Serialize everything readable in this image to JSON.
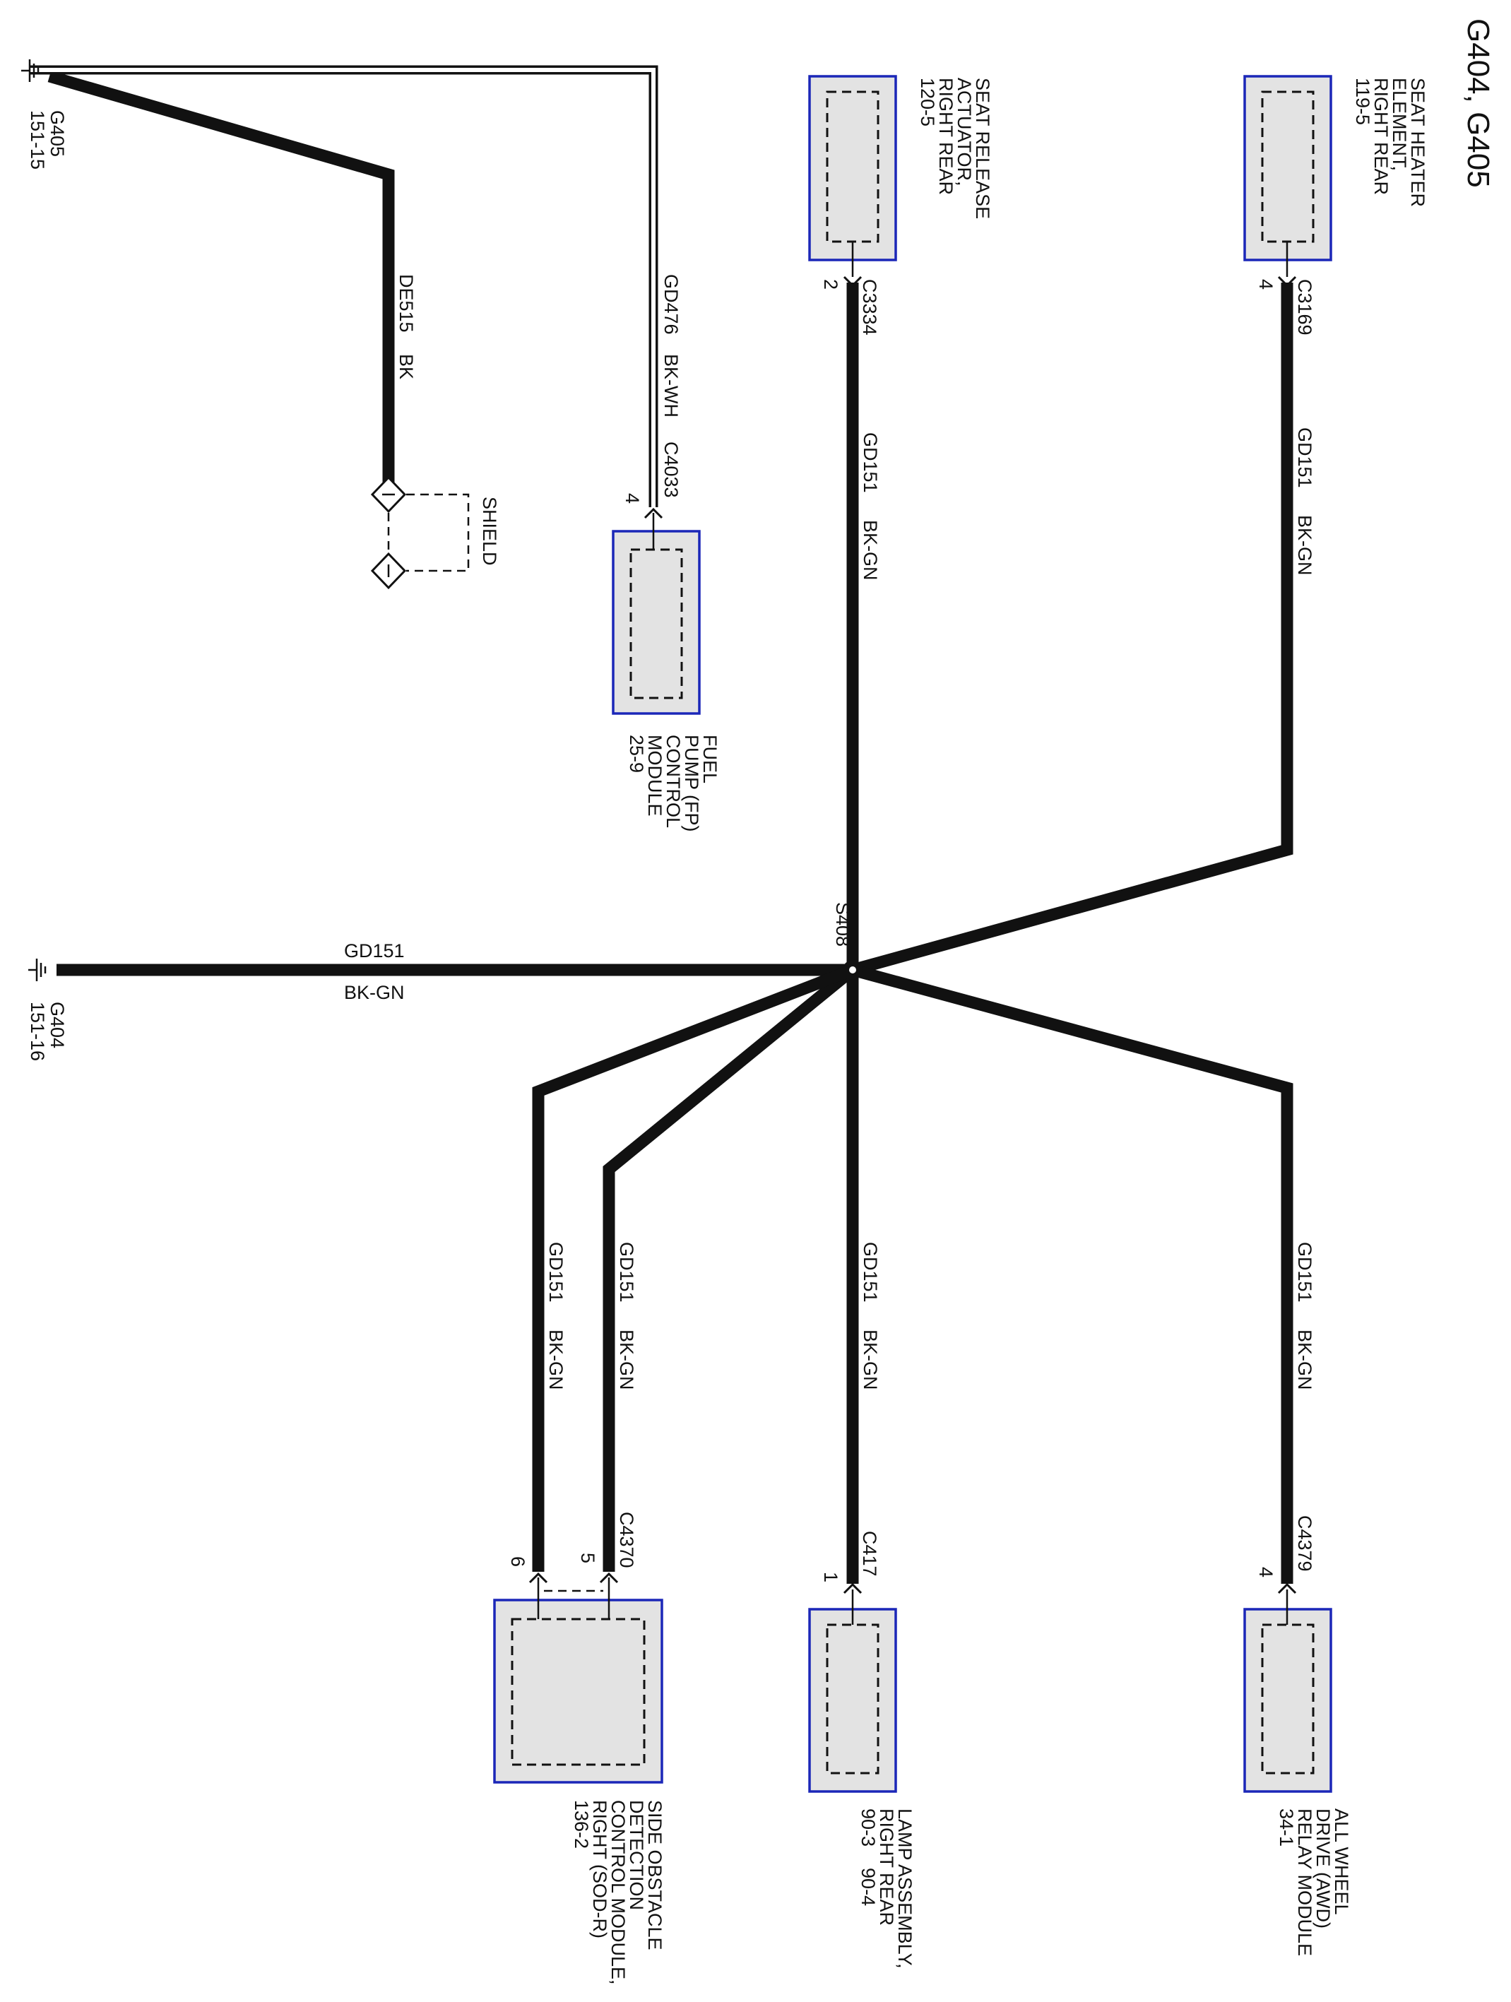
{
  "title": "G404, G405",
  "shield_label": "SHIELD",
  "splice": "S408",
  "grounds": [
    {
      "id": "G405",
      "ref": "151-15"
    },
    {
      "id": "G404",
      "ref": "151-16"
    }
  ],
  "components": [
    {
      "key": "seat_heater",
      "lines": [
        "SEAT HEATER",
        "ELEMENT,",
        "RIGHT REAR",
        "119-5"
      ]
    },
    {
      "key": "seat_release",
      "lines": [
        "SEAT RELEASE",
        "ACTUATOR,",
        "RIGHT REAR",
        "120-5"
      ]
    },
    {
      "key": "fuel_pump",
      "lines": [
        "FUEL",
        "PUMP (FP)",
        "CONTROL",
        "MODULE",
        "25-9"
      ]
    },
    {
      "key": "awd_relay",
      "lines": [
        "ALL WHEEL",
        "DRIVE (AWD)",
        "RELAY MODULE",
        "34-1"
      ]
    },
    {
      "key": "lamp_assembly",
      "lines": [
        "LAMP ASSEMBLY,",
        "RIGHT REAR",
        "90-3    90-4"
      ]
    },
    {
      "key": "sod_module",
      "lines": [
        "SIDE OBSTACLE",
        "DETECTION",
        "CONTROL MODULE,",
        "RIGHT (SOD-R)",
        "136-2"
      ]
    }
  ],
  "connectors": [
    {
      "key": "c3169",
      "name": "C3169",
      "pin": "4"
    },
    {
      "key": "c3334",
      "name": "C3334",
      "pin": "2"
    },
    {
      "key": "c4033",
      "name": "C4033",
      "pin": "4"
    },
    {
      "key": "c4379",
      "name": "C4379",
      "pin": "4"
    },
    {
      "key": "c417",
      "name": "C417",
      "pin": "1"
    },
    {
      "key": "c4370",
      "name": "C4370",
      "pins": [
        "5",
        "6"
      ]
    }
  ],
  "wires": [
    {
      "key": "de515",
      "circuit": "DE515",
      "color": "BK"
    },
    {
      "key": "gd476",
      "circuit": "GD476",
      "color": "BK-WH"
    },
    {
      "key": "gd151_seat_release",
      "circuit": "GD151",
      "color": "BK-GN"
    },
    {
      "key": "gd151_seat_heater",
      "circuit": "GD151",
      "color": "BK-GN"
    },
    {
      "key": "gd151_g404",
      "circuit": "GD151",
      "color": "BK-GN"
    },
    {
      "key": "gd151_sod_6",
      "circuit": "GD151",
      "color": "BK-GN"
    },
    {
      "key": "gd151_sod_5",
      "circuit": "GD151",
      "color": "BK-GN"
    },
    {
      "key": "gd151_lamp",
      "circuit": "GD151",
      "color": "BK-GN"
    },
    {
      "key": "gd151_awd",
      "circuit": "GD151",
      "color": "BK-GN"
    }
  ],
  "colors": {
    "wire": "#111111",
    "component_border": "#1b27b8",
    "component_fill": "#e3e3e3"
  }
}
